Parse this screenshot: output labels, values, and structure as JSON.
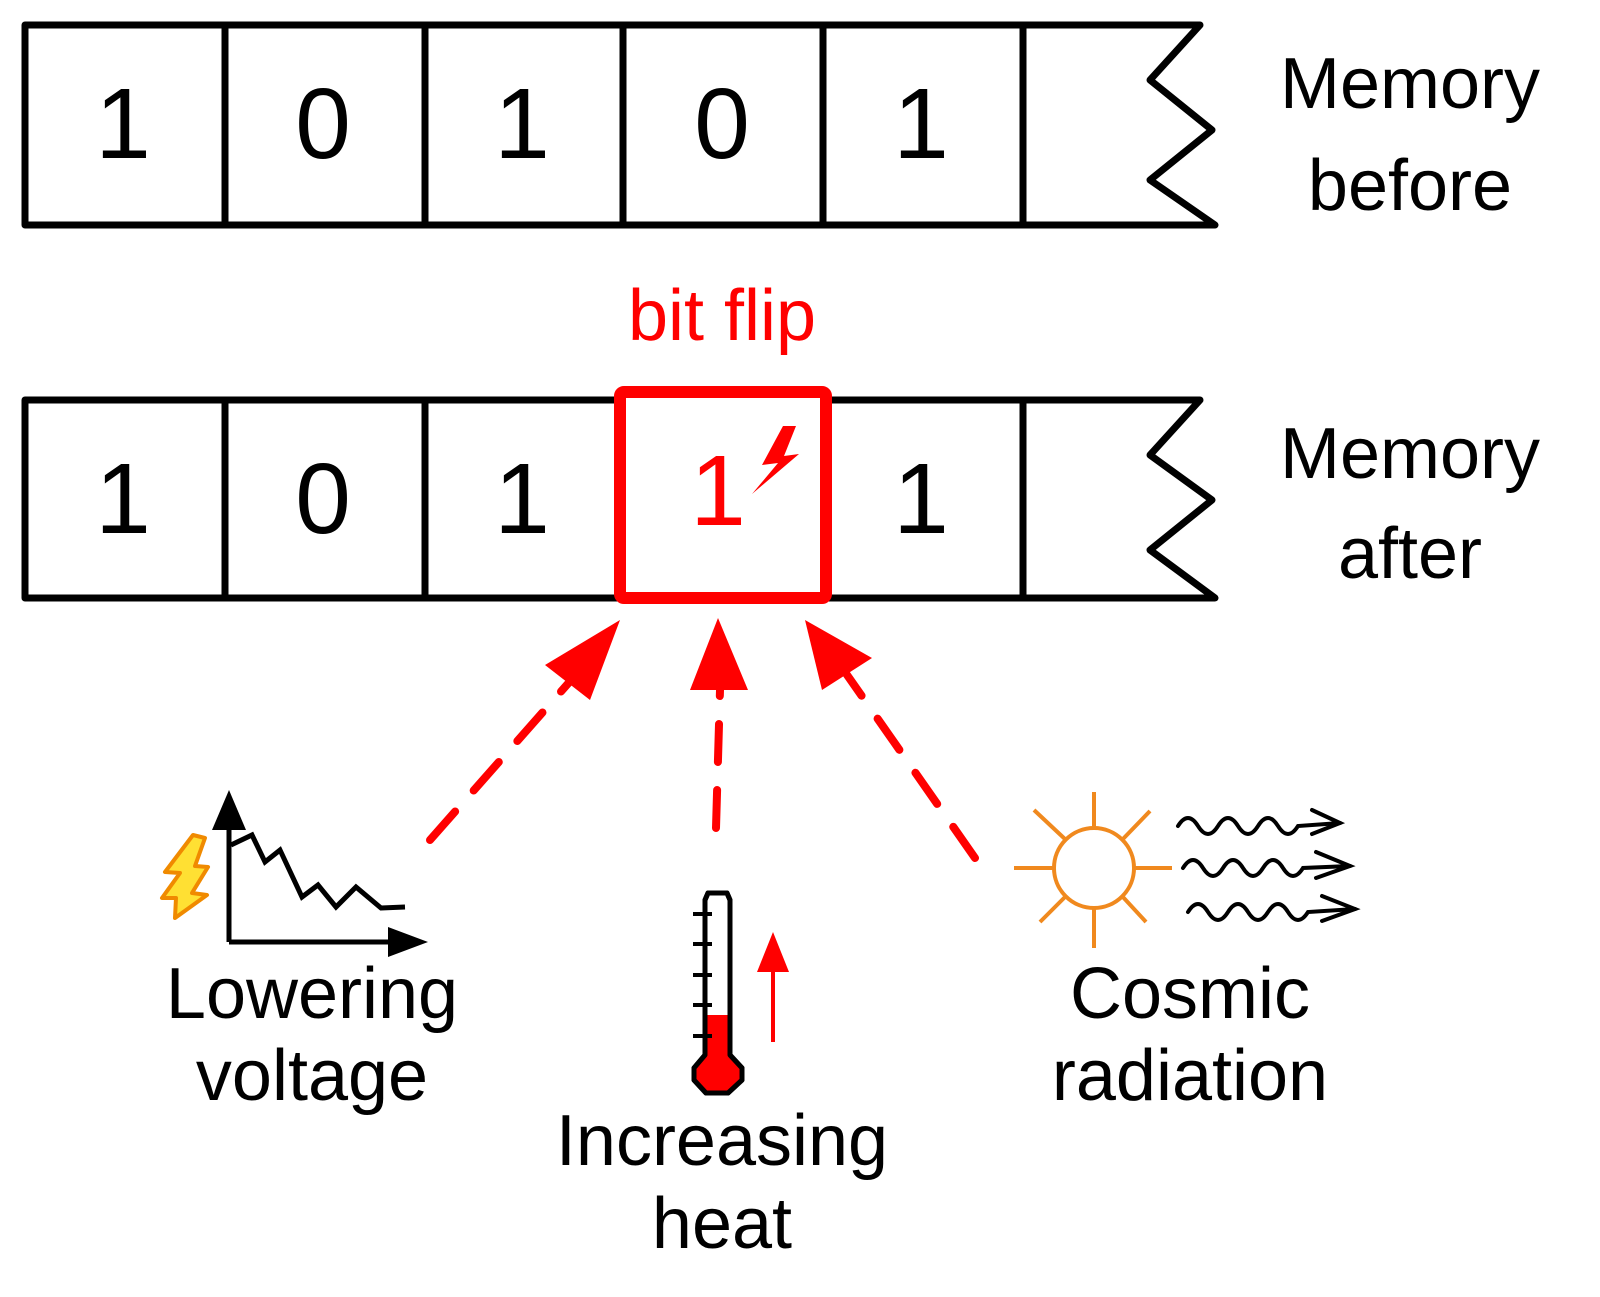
{
  "colors": {
    "ink": "#000000",
    "flip": "#ff0000",
    "sun": "#f0891e",
    "bolt_fill": "#ffe033",
    "bolt_stroke": "#f08a00"
  },
  "memory_before": {
    "label_line1": "Memory",
    "label_line2": "before",
    "bits": [
      "1",
      "0",
      "1",
      "0",
      "1",
      ""
    ]
  },
  "memory_after": {
    "label_line1": "Memory",
    "label_line2": "after",
    "bits": [
      "1",
      "0",
      "1",
      "1",
      "1",
      ""
    ],
    "flipped_index": 3
  },
  "bit_flip_label": "bit flip",
  "causes": [
    {
      "id": "voltage",
      "line1": "Lowering",
      "line2": "voltage",
      "icon": "voltage-drop-chart-icon"
    },
    {
      "id": "heat",
      "line1": "Increasing",
      "line2": "heat",
      "icon": "thermometer-icon"
    },
    {
      "id": "radiation",
      "line1": "Cosmic",
      "line2": "radiation",
      "icon": "sun-radiation-icon"
    }
  ]
}
